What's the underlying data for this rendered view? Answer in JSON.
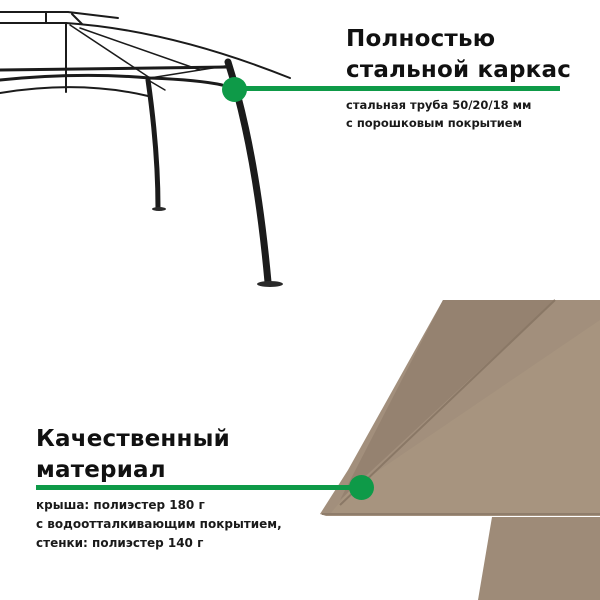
{
  "colors": {
    "accent_green": "#0e9a48",
    "fabric": "#a4927f",
    "frame": "#1b1b1b"
  },
  "features": [
    {
      "title_lines": [
        "Полностью",
        "стальной каркас"
      ],
      "description_lines": [
        "стальная труба  50/20/18 мм",
        "с порошковым покрытием"
      ],
      "image": "steel-frame-illustration"
    },
    {
      "title_lines": [
        "Качественный",
        "материал"
      ],
      "description_lines": [
        "крыша: полиэстер 180 г",
        "с водоотталкивающим покрытием,",
        "стенки: полиэстер 140 г"
      ],
      "image": "fabric-canopy-illustration"
    }
  ]
}
